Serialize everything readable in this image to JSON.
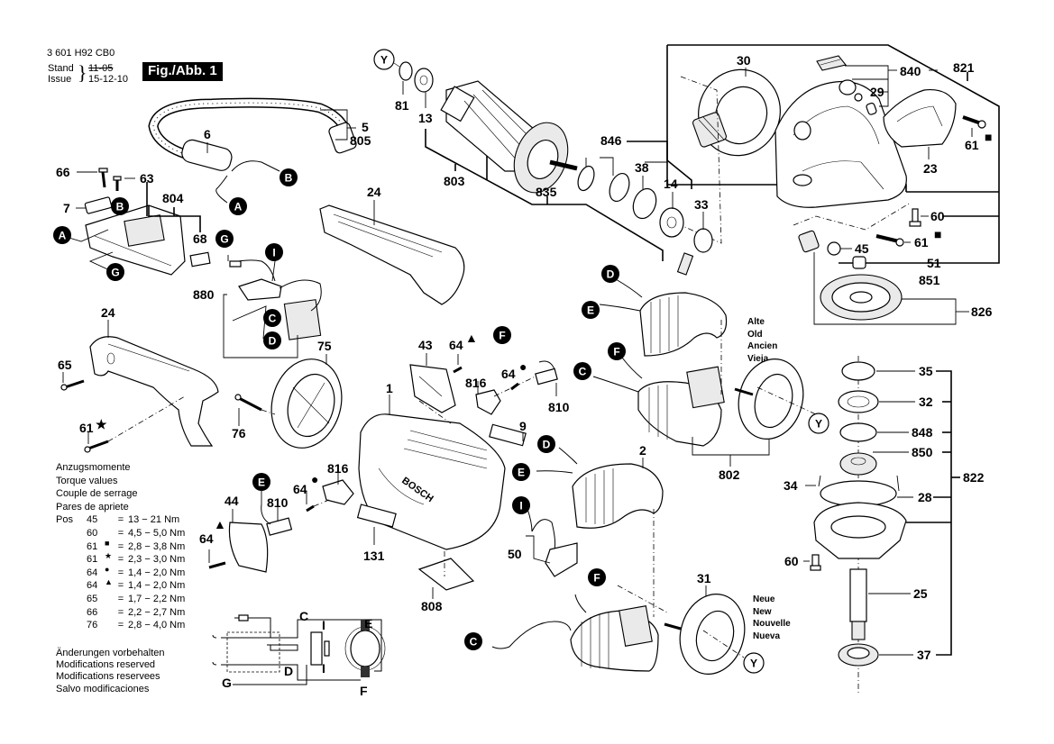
{
  "header": {
    "part_number": "3 601 H92 CB0",
    "stand_label": "Stand",
    "issue_label": "Issue",
    "old_date": "11-05",
    "issue_date": "15-12-10",
    "figure": "Fig./Abb. 1"
  },
  "torque": {
    "titles": [
      "Anzugsmomente",
      "Torque values",
      "Couple de serrage",
      "Pares de apriete"
    ],
    "pos_label": "Pos",
    "rows": [
      {
        "pos": "45",
        "marker": "",
        "value": "13 − 21 Nm"
      },
      {
        "pos": "60",
        "marker": "",
        "value": "4,5 − 5,0 Nm"
      },
      {
        "pos": "61",
        "marker": "■",
        "value": "2,8 − 3,8 Nm"
      },
      {
        "pos": "61",
        "marker": "★",
        "value": "2,3 − 3,0 Nm"
      },
      {
        "pos": "64",
        "marker": "●",
        "value": "1,4 − 2,0 Nm"
      },
      {
        "pos": "64",
        "marker": "▲",
        "value": "1,4 − 2,0 Nm"
      },
      {
        "pos": "65",
        "marker": "",
        "value": "1,7 − 2,2 Nm"
      },
      {
        "pos": "66",
        "marker": "",
        "value": "2,2 − 2,7 Nm"
      },
      {
        "pos": "76",
        "marker": "",
        "value": "2,8 − 4,0 Nm"
      }
    ],
    "equals": "="
  },
  "notes": [
    "Änderungen vorbehalten",
    "Modifications reserved",
    "Modifications reservees",
    "Salvo modificaciones"
  ],
  "old_version": [
    "Alte",
    "Old",
    "Ancien",
    "Vieja"
  ],
  "new_version": [
    "Neue",
    "New",
    "Nouvelle",
    "Nueva"
  ],
  "part_labels": {
    "p81": "81",
    "p13": "13",
    "p5": "5",
    "p805": "805",
    "p6": "6",
    "p803": "803",
    "p835": "835",
    "p846": "846",
    "p38": "38",
    "p14": "14",
    "p33": "33",
    "p30": "30",
    "p840": "840",
    "p29": "29",
    "p821": "821",
    "p61a": "61",
    "p23": "23",
    "p60a": "60",
    "p61b": "61",
    "p45": "45",
    "p51": "51",
    "p851": "851",
    "p826": "826",
    "p66": "66",
    "p63": "63",
    "p7": "7",
    "p804": "804",
    "p68": "68",
    "p24a": "24",
    "p880": "880",
    "p24b": "24",
    "p65": "65",
    "p61c": "61",
    "p75": "75",
    "p76": "76",
    "p43": "43",
    "p64a": "64",
    "p816a": "816",
    "p64b": "64",
    "p810a": "810",
    "p1": "1",
    "p9": "9",
    "p816b": "816",
    "p64c": "64",
    "p810b": "810",
    "p44": "44",
    "p64d": "64",
    "p131": "131",
    "p808": "808",
    "p2": "2",
    "p50": "50",
    "p802": "802",
    "p31": "31",
    "p35": "35",
    "p32": "32",
    "p848": "848",
    "p850": "850",
    "p822": "822",
    "p34": "34",
    "p28": "28",
    "p60b": "60",
    "p25": "25",
    "p37": "37"
  },
  "markers": {
    "square": "■",
    "star": "★",
    "dot": "●",
    "triangle": "▲"
  },
  "connectors": {
    "A": "A",
    "B": "B",
    "C": "C",
    "D": "D",
    "E": "E",
    "F": "F",
    "G": "G",
    "I": "I",
    "Y": "Y"
  },
  "brand_on_housing": "BOSCH",
  "schematic": {
    "C": "C",
    "D": "D",
    "E": "E",
    "F": "F",
    "G": "G",
    "I1": "I",
    "I2": "I"
  }
}
